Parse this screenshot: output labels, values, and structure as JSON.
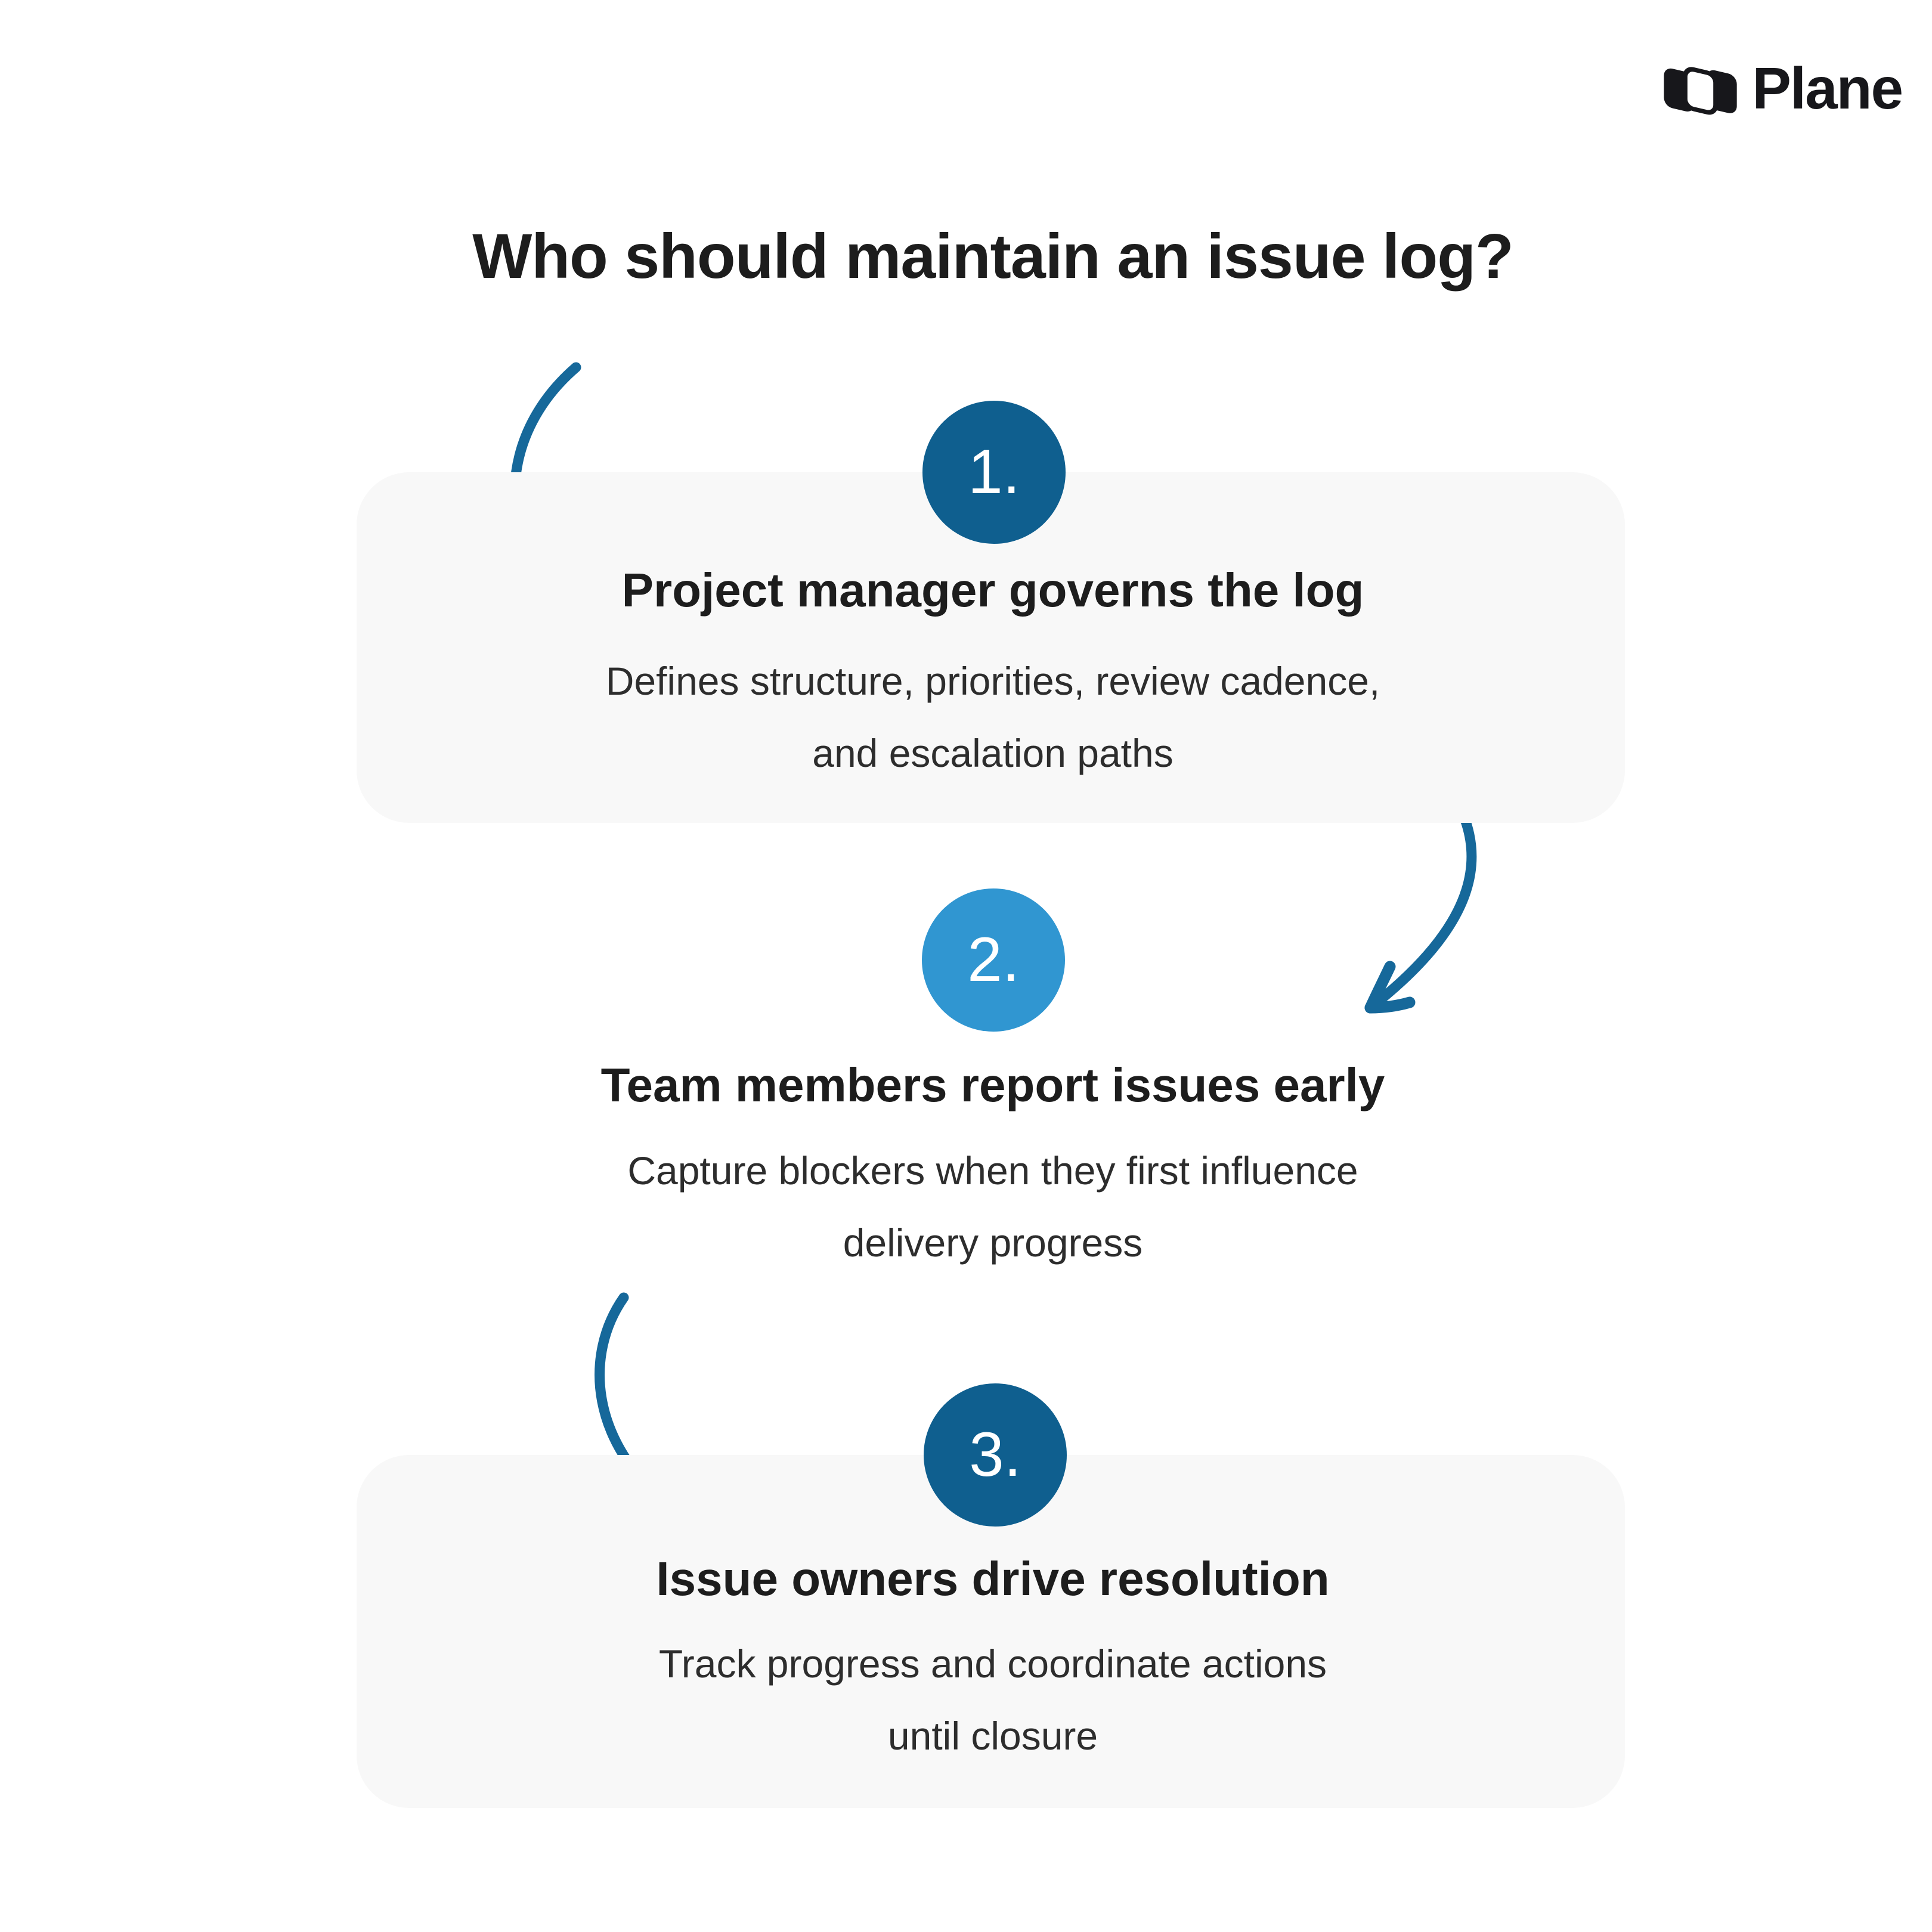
{
  "brand": {
    "name": "Plane"
  },
  "title": "Who should maintain an issue log?",
  "steps": [
    {
      "number": "1.",
      "heading": "Project manager governs the log",
      "description": "Defines structure, priorities, review cadence,\nand escalation paths"
    },
    {
      "number": "2.",
      "heading": "Team members report issues early",
      "description": "Capture blockers when they first influence\ndelivery progress"
    },
    {
      "number": "3.",
      "heading": "Issue owners drive resolution",
      "description": "Track progress and coordinate actions\nuntil closure"
    }
  ],
  "colors": {
    "step_dark": "#0F5F8F",
    "step_light": "#3096D1",
    "arrow": "#16689A",
    "card_bg": "#F8F8F8",
    "text_primary": "#1C1C1C",
    "text_secondary": "#2D2D2D",
    "logo": "#17171B"
  }
}
